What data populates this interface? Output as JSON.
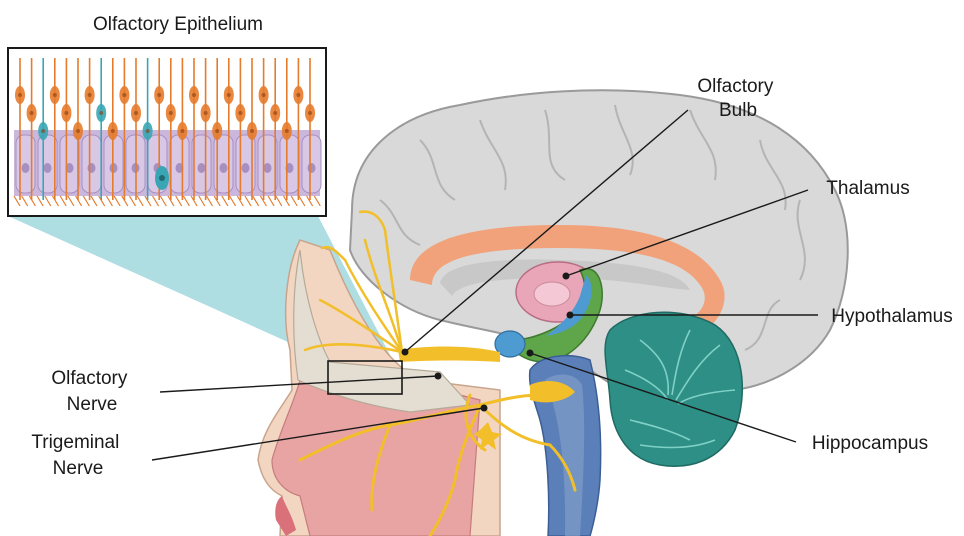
{
  "labels": {
    "olfactory_epithelium": "Olfactory Epithelium",
    "olfactory_bulb": [
      "Olfactory",
      "Bulb"
    ],
    "thalamus": "Thalamus",
    "hypothalamus": "Hypothalamus",
    "hippocampus": "Hippocampus",
    "olfactory_nerve": [
      "Olfactory",
      "Nerve"
    ],
    "trigeminal_nerve": [
      "Trigeminal",
      "Nerve"
    ]
  },
  "colors": {
    "brain_gray": "#d9d9d9",
    "brain_outline": "#9a9a9a",
    "corpus_callosum": "#f1a27a",
    "thalamus": "#e8a6b8",
    "hypothalamus_hippocampus": "#5fa64a",
    "amygdala": "#4e9bd1",
    "brainstem": "#5b7fb8",
    "cerebellum": "#2e8f86",
    "nerve_yellow": "#f2bf2a",
    "nasal_tissue": "#e8a3a3",
    "epithelium_callout": "#8ccfd6",
    "receptor_orange": "#e57b2c",
    "receptor_teal": "#3aa6b4",
    "support_cell_purple": "#cbb7dc"
  }
}
